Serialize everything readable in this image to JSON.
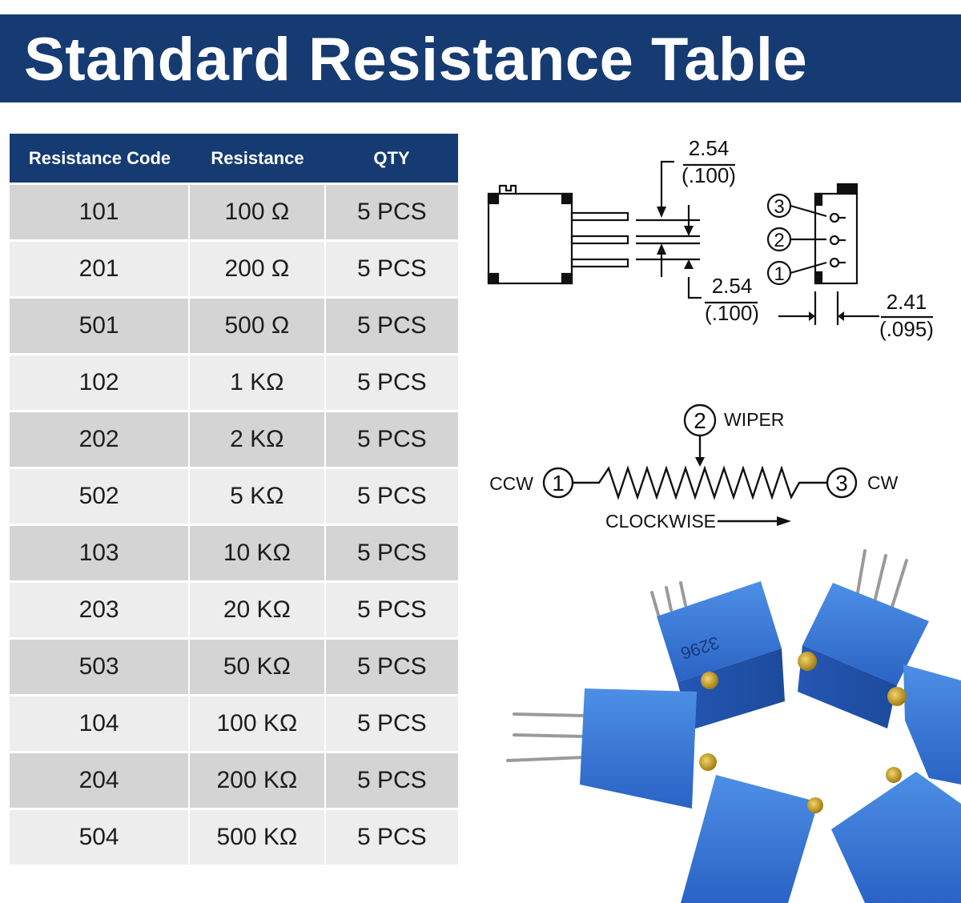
{
  "header": {
    "title": "Standard Resistance Table"
  },
  "table": {
    "columns": [
      "Resistance Code",
      "Resistance",
      "QTY"
    ],
    "rows": [
      [
        "101",
        "100 Ω",
        "5 PCS"
      ],
      [
        "201",
        "200 Ω",
        "5 PCS"
      ],
      [
        "501",
        "500 Ω",
        "5 PCS"
      ],
      [
        "102",
        "1 KΩ",
        "5 PCS"
      ],
      [
        "202",
        "2 KΩ",
        "5 PCS"
      ],
      [
        "502",
        "5 KΩ",
        "5 PCS"
      ],
      [
        "103",
        "10 KΩ",
        "5 PCS"
      ],
      [
        "203",
        "20 KΩ",
        "5 PCS"
      ],
      [
        "503",
        "50 KΩ",
        "5 PCS"
      ],
      [
        "104",
        "100 KΩ",
        "5 PCS"
      ],
      [
        "204",
        "200 KΩ",
        "5 PCS"
      ],
      [
        "504",
        "500 KΩ",
        "5 PCS"
      ]
    ]
  },
  "dimensions": {
    "pitch_top_mm": "2.54",
    "pitch_top_in": "(.100)",
    "pitch_bottom_mm": "2.54",
    "pitch_bottom_in": "(.100)",
    "width_mm": "2.41",
    "width_in": "(.095)",
    "pin_labels": [
      "3",
      "2",
      "1"
    ]
  },
  "schematic": {
    "wiper_number": "2",
    "wiper_label": "WIPER",
    "ccw_number": "1",
    "ccw_label": "CCW",
    "cw_number": "3",
    "cw_label": "CW",
    "direction_label": "CLOCKWISE"
  },
  "photo": {
    "part_marking": "3296"
  },
  "colors": {
    "banner": "#153b72",
    "row_dark": "#d4d4d4",
    "row_light": "#ededed",
    "trimmer_blue": "#2f6fd0",
    "screw_gold": "#c9a227"
  }
}
